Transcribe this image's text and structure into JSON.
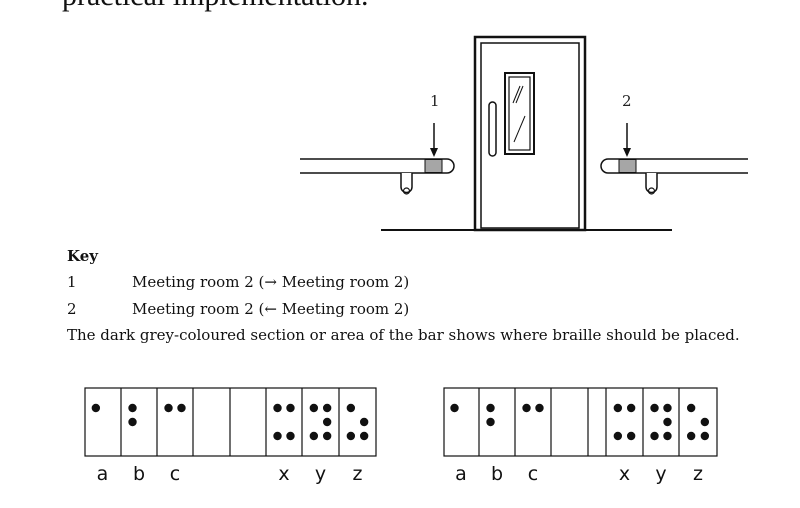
{
  "heading_fragment": "practical implementation.",
  "callouts": [
    "1",
    "2"
  ],
  "key": {
    "title": "Key",
    "items": [
      {
        "number": "1",
        "text": "Meeting room 2 (→ Meeting room 2)"
      },
      {
        "number": "2",
        "text": "Meeting room 2 (← Meeting room 2)"
      }
    ],
    "note": "The dark grey-coloured section or area of the bar shows where braille should be placed."
  },
  "braille": {
    "strips": [
      {
        "cells": [
          {
            "letter": "a",
            "dots": [
              1
            ]
          },
          {
            "letter": "b",
            "dots": [
              1,
              2
            ]
          },
          {
            "letter": "c",
            "dots": [
              1,
              4
            ]
          },
          {
            "letter": "",
            "dots": []
          },
          {
            "letter": "",
            "dots": []
          },
          {
            "letter": "x",
            "dots": [
              1,
              3,
              4,
              6
            ]
          },
          {
            "letter": "y",
            "dots": [
              1,
              3,
              4,
              5,
              6
            ]
          },
          {
            "letter": "z",
            "dots": [
              1,
              3,
              5,
              6
            ]
          }
        ]
      },
      {
        "cells": [
          {
            "letter": "a",
            "dots": [
              1
            ]
          },
          {
            "letter": "b",
            "dots": [
              1,
              2
            ]
          },
          {
            "letter": "c",
            "dots": [
              1,
              4
            ]
          },
          {
            "letter": "",
            "dots": []
          },
          {
            "letter": "",
            "dots": []
          },
          {
            "letter": "x",
            "dots": [
              1,
              3,
              4,
              6
            ]
          },
          {
            "letter": "y",
            "dots": [
              1,
              3,
              4,
              5,
              6
            ]
          },
          {
            "letter": "z",
            "dots": [
              1,
              3,
              5,
              6
            ]
          }
        ]
      }
    ]
  },
  "colors": {
    "ink": "#111111",
    "braille_zone": "#a6a6a6"
  }
}
